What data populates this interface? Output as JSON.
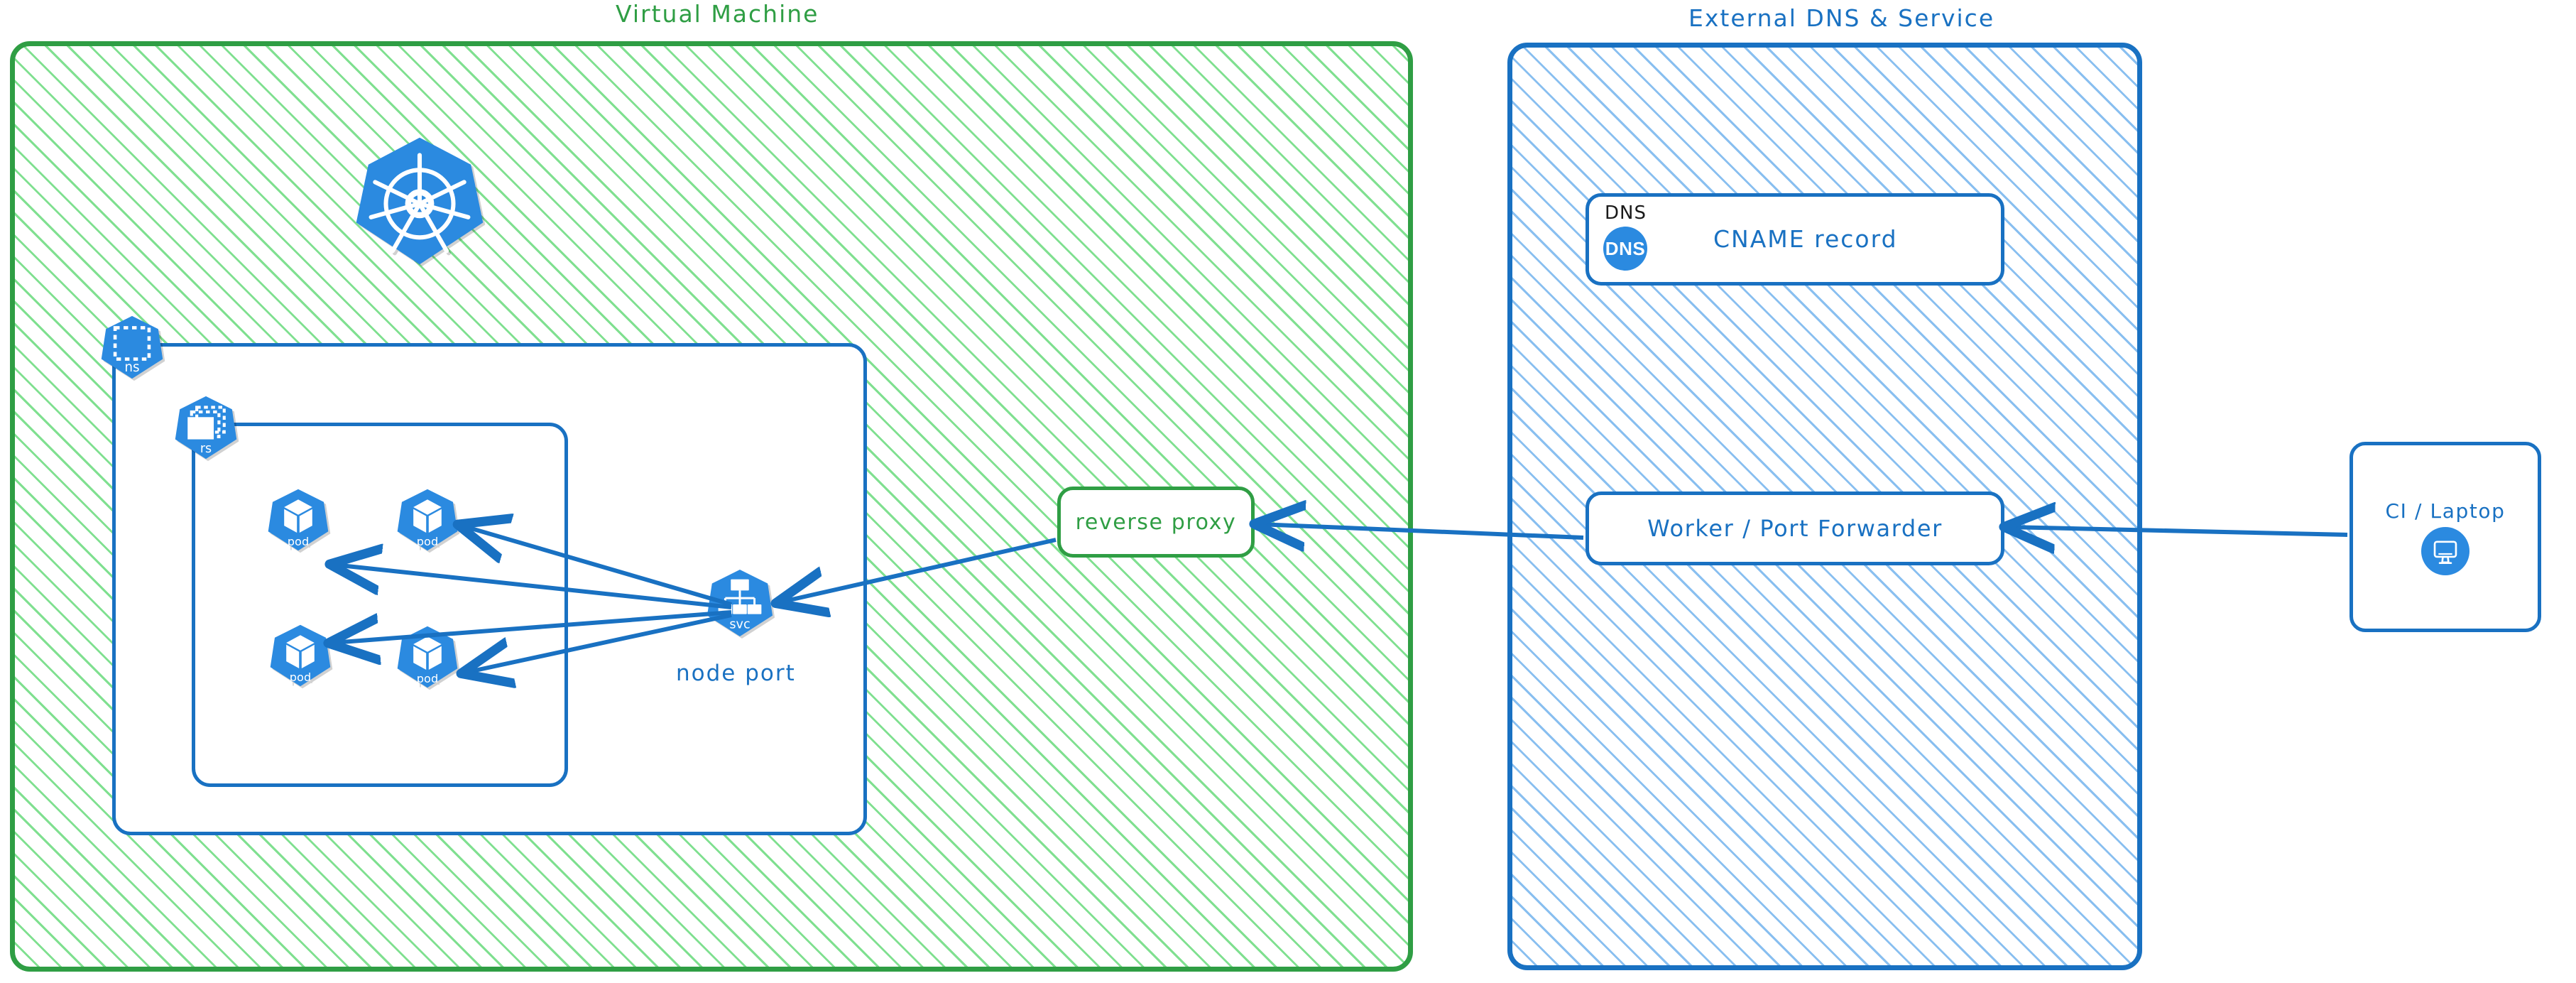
{
  "diagram": {
    "title_vm": "Virtual Machine",
    "title_external": "External DNS & Service"
  },
  "vm_zone": {
    "label": "Virtual Machine",
    "color": "#2f9e44",
    "k8s_logo": "kubernetes-logo-icon",
    "namespace": {
      "icon": "ns-icon",
      "caption": "ns"
    },
    "replicaset": {
      "icon": "rs-icon",
      "caption": "rs"
    },
    "pods": [
      {
        "icon": "pod-icon",
        "caption": "pod"
      },
      {
        "icon": "pod-icon",
        "caption": "pod"
      },
      {
        "icon": "pod-icon",
        "caption": "pod"
      },
      {
        "icon": "pod-icon",
        "caption": "pod"
      }
    ],
    "service": {
      "icon": "svc-icon",
      "caption": "svc",
      "label": "node port"
    },
    "reverse_proxy": {
      "label": "reverse proxy",
      "color": "#2f9e44"
    }
  },
  "external_zone": {
    "label": "External DNS & Service",
    "color": "#1971c2",
    "dns_card": {
      "tag": "DNS",
      "badge": "DNS",
      "record": "CNAME record"
    },
    "worker": {
      "label": "Worker / Port Forwarder"
    }
  },
  "client": {
    "label": "CI / Laptop",
    "icon": "monitor-icon"
  },
  "connections": [
    {
      "from": "svc",
      "to": "pod-1",
      "direction": "left"
    },
    {
      "from": "svc",
      "to": "pod-2",
      "direction": "left"
    },
    {
      "from": "svc",
      "to": "pod-3",
      "direction": "left"
    },
    {
      "from": "svc",
      "to": "pod-4",
      "direction": "left"
    },
    {
      "from": "reverse-proxy",
      "to": "svc",
      "direction": "left"
    },
    {
      "from": "worker",
      "to": "reverse-proxy",
      "direction": "left"
    },
    {
      "from": "ci-laptop",
      "to": "worker",
      "direction": "left"
    }
  ],
  "colors": {
    "green_stroke": "#2f9e44",
    "green_hatch": "#69db7c",
    "blue_stroke": "#1971c2",
    "blue_hatch": "#74b4ed",
    "k8s_blue": "#2b8ae0",
    "text_black": "#1a1a1a"
  }
}
